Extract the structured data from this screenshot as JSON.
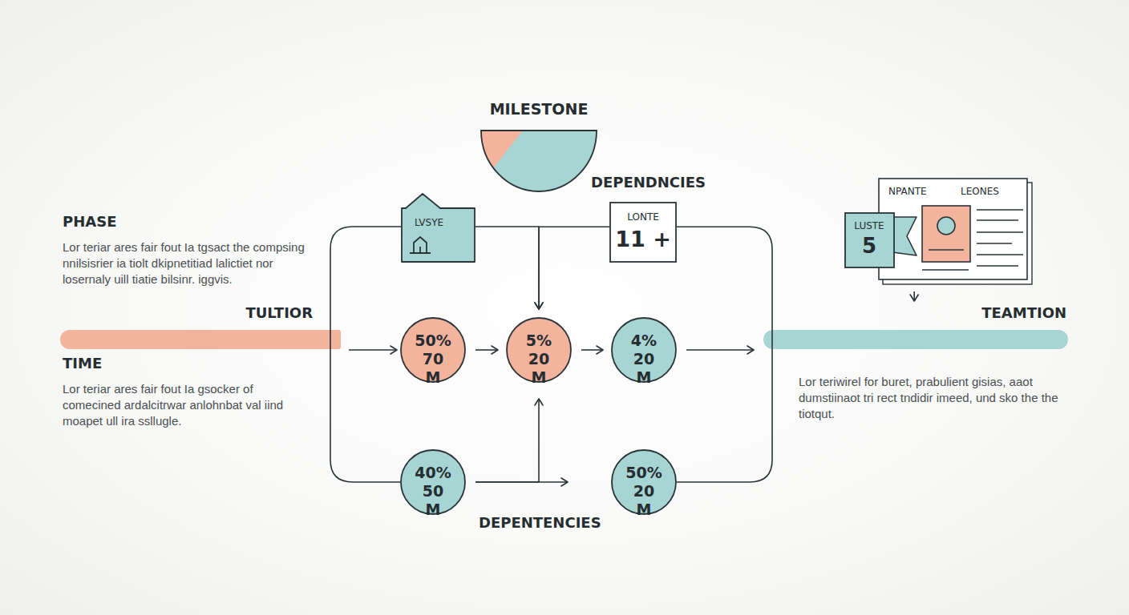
{
  "diagram": {
    "nodes": [
      {
        "text": [
          "MILESTONE"
        ]
      },
      {
        "text": [
          "TULTIOR"
        ]
      },
      {
        "text": [
          "LVSYE"
        ]
      },
      {
        "text": [
          "LONTE",
          "11 +"
        ]
      },
      {
        "text": [
          "50% 70 M"
        ]
      },
      {
        "text": [
          "5% 20 M"
        ]
      },
      {
        "text": [
          "4% 20 M"
        ]
      },
      {
        "text": [
          "40% 50 M"
        ]
      },
      {
        "text": [
          "50% 20 M"
        ]
      },
      {
        "text": [
          "NPANTE",
          "LEONES"
        ]
      },
      {
        "text": [
          "LUSTE",
          "5"
        ]
      },
      {
        "text": [
          "TEAMTION"
        ]
      }
    ],
    "edges": [
      {
        "from": 1,
        "to": 4,
        "arrow": "to"
      },
      {
        "from": 4,
        "to": 5,
        "arrow": "to"
      },
      {
        "from": 5,
        "to": 6,
        "arrow": "to"
      },
      {
        "from": 6,
        "to": 11,
        "arrow": "to"
      },
      {
        "from": 2,
        "to": 5,
        "arrow": "to"
      },
      {
        "from": 3,
        "to": 5,
        "arrow": "to"
      },
      {
        "from": 2,
        "to": 7,
        "arrow": "none"
      },
      {
        "from": 3,
        "to": 8,
        "arrow": "none"
      },
      {
        "from": 7,
        "to": 8,
        "arrow": "to"
      },
      {
        "from": 7,
        "to": 5,
        "arrow": "to"
      },
      {
        "from": 9,
        "to": 11,
        "arrow": "to"
      }
    ],
    "labels": [
      "PHASE",
      "Lor teriar ares fair fout Ia tgsact the compsing nnilsisrier ia tiolt dkipnetitiad lalictiet nor losernaly uill tiatie bilsinr. iggvis.",
      "TIME",
      "Lor teriar ares fair fout Ia gsocker of comecined ardalcitrwar anlohnbat val iind moapet ull ira ssllugle.",
      "DEPENDNCIES",
      "DEPENTENCIES",
      "Lor teriwirel for buret, prabulient gisias, aaot dumstiinaot tri rect tndidir imeed, und sko the the tiotqut."
    ]
  }
}
